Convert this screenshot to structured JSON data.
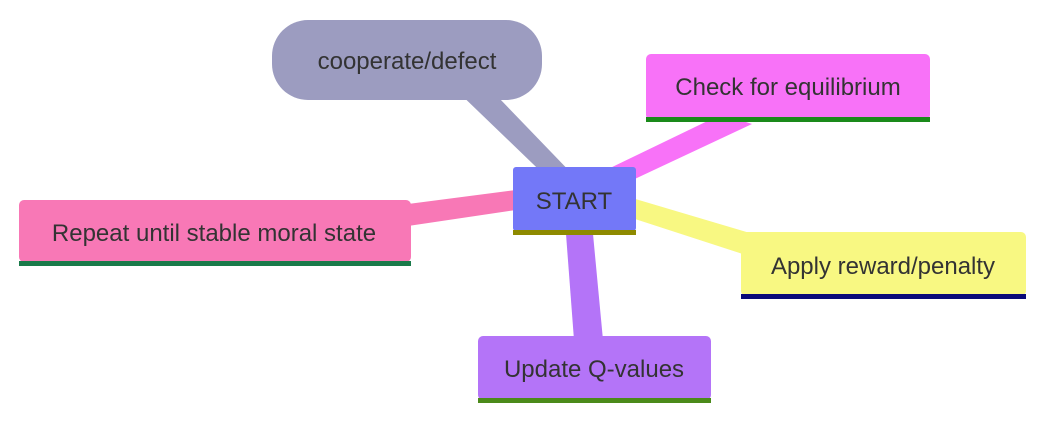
{
  "diagram": {
    "type": "mindmap",
    "root": {
      "label": "START",
      "fill": "#7378f8",
      "underline": "#8e8a00"
    },
    "branches": [
      {
        "id": "cooperate",
        "label": "cooperate/defect",
        "fill": "#9c9cc0",
        "shape": "pill",
        "edge_color": "#9c9cc0"
      },
      {
        "id": "equilibrium",
        "label": "Check for equilibrium",
        "fill": "#f872f8",
        "underline": "#1a8a1a",
        "shape": "box",
        "edge_color": "#f872f8"
      },
      {
        "id": "reward",
        "label": "Apply reward/penalty",
        "fill": "#f8f882",
        "underline": "#0a0a78",
        "shape": "box",
        "edge_color": "#f8f882"
      },
      {
        "id": "qvalues",
        "label": "Update Q-values",
        "fill": "#b474f8",
        "underline": "#4b8a1a",
        "shape": "box",
        "edge_color": "#b474f8"
      },
      {
        "id": "repeat",
        "label": "Repeat until stable moral state",
        "fill": "#f878b6",
        "underline": "#1a7a4a",
        "shape": "box",
        "edge_color": "#f878b6"
      }
    ]
  }
}
